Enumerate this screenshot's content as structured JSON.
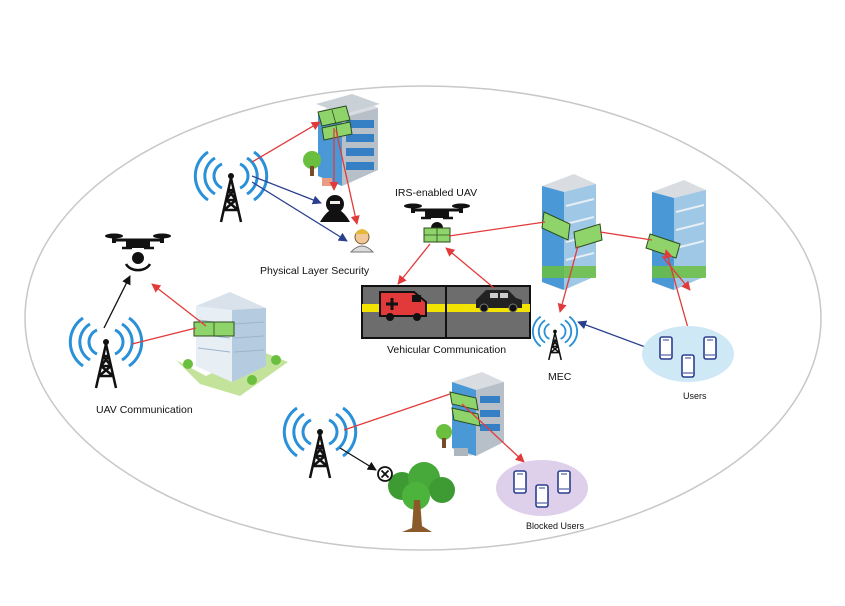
{
  "labels": {
    "physical_layer_security": "Physical Layer Security",
    "irs_enabled_uav": "IRS-enabled UAV",
    "vehicular_communication": "Vehicular Communication",
    "uav_communication": "UAV Communication",
    "mec": "MEC",
    "users": "Users",
    "blocked_users": "Blocked Users"
  },
  "colors": {
    "reflected_link": "#e23a3a",
    "eavesdrop_link": "#2b3f8f",
    "direct_link": "#111111",
    "tower_waves": "#2a90d8",
    "irs_panel": "#8fd46a",
    "user_cloud": "#cfe8f6",
    "blocked_cloud": "#ded0ea",
    "building_glass": "#5aa8de",
    "road_stripe": "#f2e400"
  }
}
